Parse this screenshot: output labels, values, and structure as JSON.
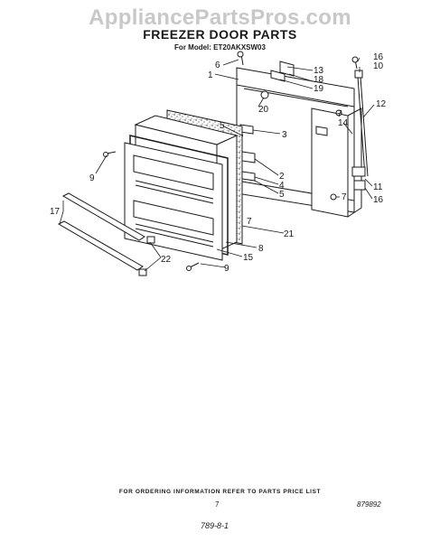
{
  "watermark": "AppliancePartsPros.com",
  "title": "FREEZER DOOR PARTS",
  "model_line": "For Model: ET20AKXSW03",
  "callouts": [
    "1",
    "2",
    "3",
    "4",
    "5",
    "5",
    "6",
    "7",
    "7",
    "7",
    "8",
    "9",
    "9",
    "10",
    "11",
    "12",
    "13",
    "14",
    "15",
    "16",
    "16",
    "17",
    "18",
    "19",
    "20",
    "21",
    "22"
  ],
  "footer": {
    "ordering_note": "FOR ORDERING INFORMATION REFER TO PARTS PRICE LIST",
    "page_number": "7",
    "doc_id": "879892",
    "handwritten": "789-8-1"
  },
  "colors": {
    "line": "#1a1a1a",
    "watermark": "#c8c8c8",
    "background": "#ffffff"
  }
}
